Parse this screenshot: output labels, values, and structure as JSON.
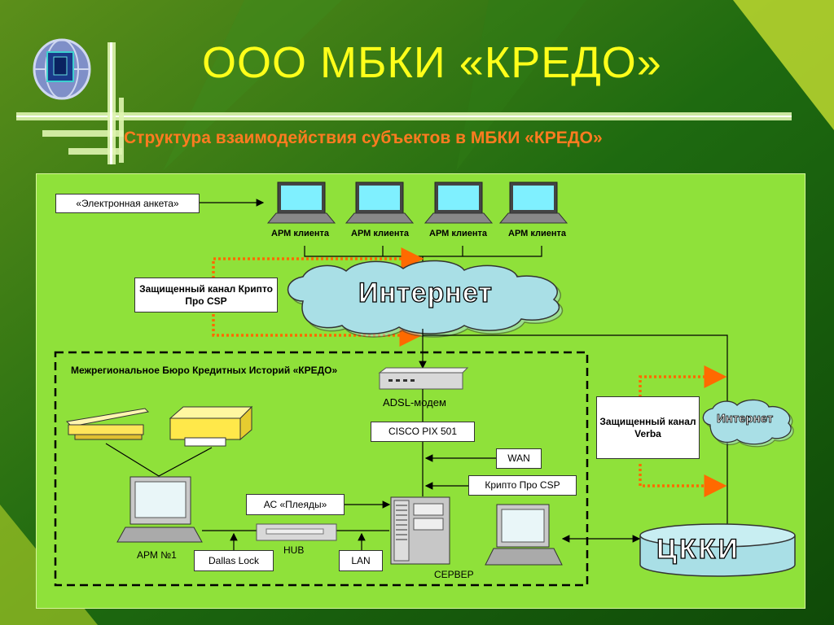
{
  "slide": {
    "title": "ООО МБКИ «КРЕДО»",
    "subtitle": "Структура взаимодействия субъектов в МБКИ «КРЕДО»"
  },
  "diagram": {
    "electronic_form": "«Электронная анкета»",
    "client_workstations": [
      "АРМ клиента",
      "АРМ клиента",
      "АРМ клиента",
      "АРМ клиента"
    ],
    "secure_channel_crypto": "Защищенный канал Крипто Про CSP",
    "internet_main": "Интернет",
    "bureau_name": "Межрегиональное Бюро Кредитных Историй «КРЕДО»",
    "adsl_modem": "ADSL-модем",
    "cisco": "CISCO PIX 501",
    "wan": "WAN",
    "crypto_pro": "Крипто Про CSP",
    "ac_pleiady": "АС «Плеяды»",
    "hub": "HUB",
    "arm1": "АРМ №1",
    "dallas_lock": "Dallas Lock",
    "lan": "LAN",
    "server": "СЕРВЕР",
    "secure_channel_verba": "Защищенный канал Verba",
    "internet_small": "Интернет",
    "ckki": "ЦККИ"
  },
  "colors": {
    "title": "#ffff1a",
    "subtitle": "#ff7b20",
    "panel": "#8fe13a",
    "cloud": "#a9dfe6",
    "dotted_arrow": "#ff6a00"
  }
}
